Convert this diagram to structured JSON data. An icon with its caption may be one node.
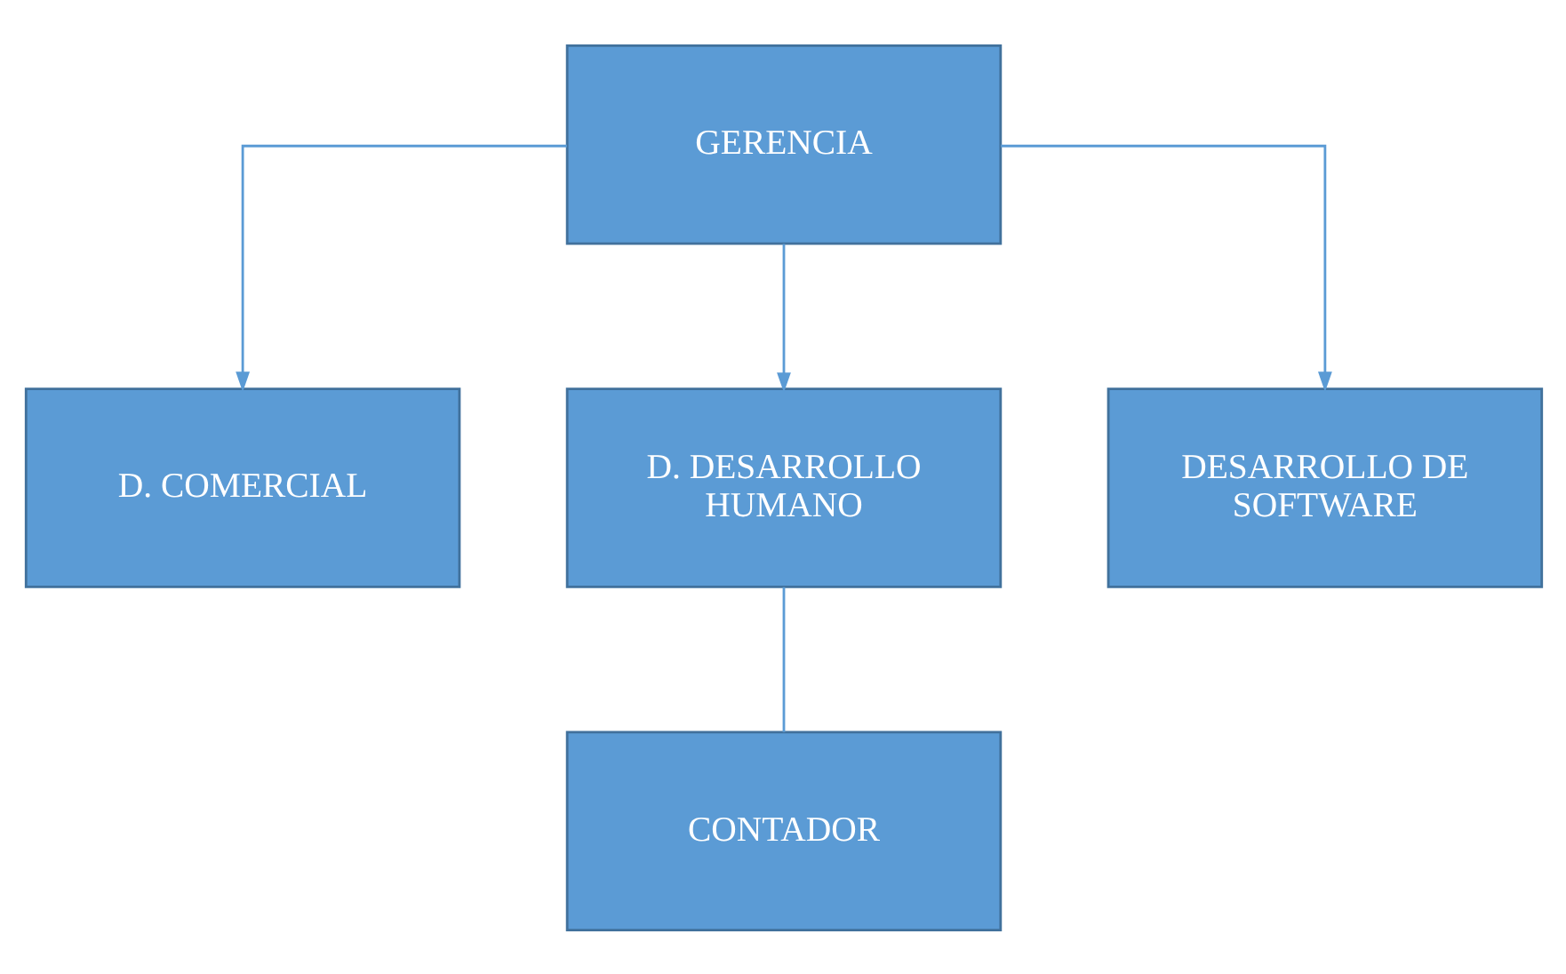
{
  "diagram": {
    "nodes": [
      {
        "text": [
          "GERENCIA"
        ]
      },
      {
        "text": [
          "D. COMERCIAL"
        ]
      },
      {
        "text": [
          "D. DESARROLLO HUMANO"
        ]
      },
      {
        "text": [
          "DESARROLLO DE SOFTWARE"
        ]
      },
      {
        "text": [
          "CONTADOR"
        ]
      }
    ],
    "edges": [
      {
        "from": 0,
        "to": 1,
        "arrow": "to"
      },
      {
        "from": 0,
        "to": 2,
        "arrow": "to"
      },
      {
        "from": 0,
        "to": 3,
        "arrow": "to"
      },
      {
        "from": 2,
        "to": 4,
        "arrow": "none"
      }
    ]
  }
}
